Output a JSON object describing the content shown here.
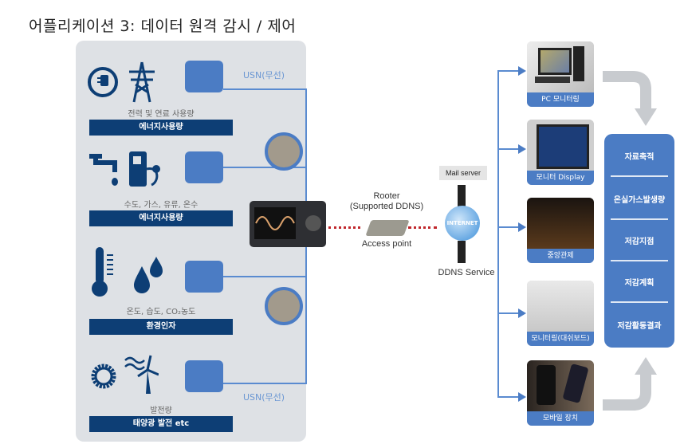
{
  "title": "어플리케이션 3: 데이터 원격 감시 / 제어",
  "left_panel": {
    "groups": [
      {
        "icons": [
          "plug-icon",
          "power-tower-icon"
        ],
        "caption": "전력 및 연료 사용량",
        "band": "에너지사용량"
      },
      {
        "icons": [
          "faucet-icon",
          "fuel-pump-icon"
        ],
        "caption": "수도, 가스, 유류, 온수",
        "band": "에너지사용량"
      },
      {
        "icons": [
          "thermometer-icon",
          "water-drops-icon"
        ],
        "caption": "온도, 습도, CO₂농도",
        "band": "환경인자"
      },
      {
        "icons": [
          "sun-icon",
          "wind-turbine-icon"
        ],
        "caption": "발전량",
        "band": "태양광 발전 etc"
      }
    ],
    "usn_top": "USN(무선)",
    "usn_bottom": "USN(무선)"
  },
  "network": {
    "router_label_1": "Rooter",
    "router_label_2": "(Supported DDNS)",
    "access_point": "Access point",
    "mail_server": "Mail server",
    "internet": "INTERNET",
    "ddns": "DDNS Service"
  },
  "outputs": [
    {
      "label": "PC 모니터링",
      "icon": "desktop-pc-icon"
    },
    {
      "label": "모니터 Display",
      "icon": "monitor-display-icon"
    },
    {
      "label": "중앙관제",
      "icon": "control-room-icon"
    },
    {
      "label": "모니터링(대쉬보드)",
      "icon": "dashboard-icon"
    },
    {
      "label": "모바일 장치",
      "icon": "mobile-device-icon"
    }
  ],
  "results": [
    "자료축적",
    "온실가스발생량",
    "저감지점",
    "저감계획",
    "저감활동결과"
  ],
  "colors": {
    "navy": "#0d3e75",
    "blue": "#4b7cc4",
    "line": "#5a8bd0",
    "dots": "#c0262b",
    "panel": "#dee1e5"
  }
}
